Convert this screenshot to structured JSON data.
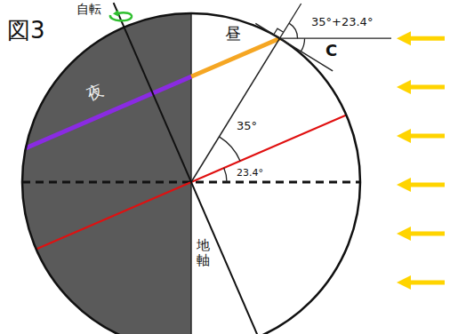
{
  "diagram": {
    "labels": [
      "図3",
      "自転",
      "昼",
      "夜",
      "35°",
      "23.4°",
      "35°+23.4°",
      "C",
      "地軸"
    ]
  }
}
